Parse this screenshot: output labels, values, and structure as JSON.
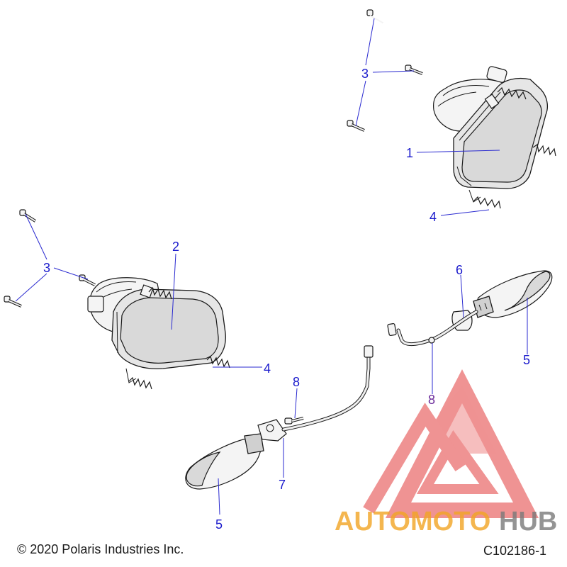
{
  "callouts": [
    {
      "id": "c3a",
      "label": "3"
    },
    {
      "id": "c1",
      "label": "1"
    },
    {
      "id": "c4a",
      "label": "4"
    },
    {
      "id": "c2",
      "label": "2"
    },
    {
      "id": "c3b",
      "label": "3"
    },
    {
      "id": "c4b",
      "label": "4"
    },
    {
      "id": "c6",
      "label": "6"
    },
    {
      "id": "c5a",
      "label": "5"
    },
    {
      "id": "c8a",
      "label": "8"
    },
    {
      "id": "c8b",
      "label": "8"
    },
    {
      "id": "c7",
      "label": "7"
    },
    {
      "id": "c5b",
      "label": "5"
    }
  ],
  "footer": {
    "copyright": "© 2020 Polaris Industries Inc.",
    "diagram_code": "C102186-1"
  },
  "watermark": {
    "brand_part1": "AUTOMOTO",
    "brand_part2": "HUB",
    "color_primary": "#e23b3b",
    "color_accent": "#f2a524",
    "color_dark": "#7a7a7a"
  },
  "colors": {
    "callout": "#1a1acc",
    "leader": "#2a2ad0"
  }
}
